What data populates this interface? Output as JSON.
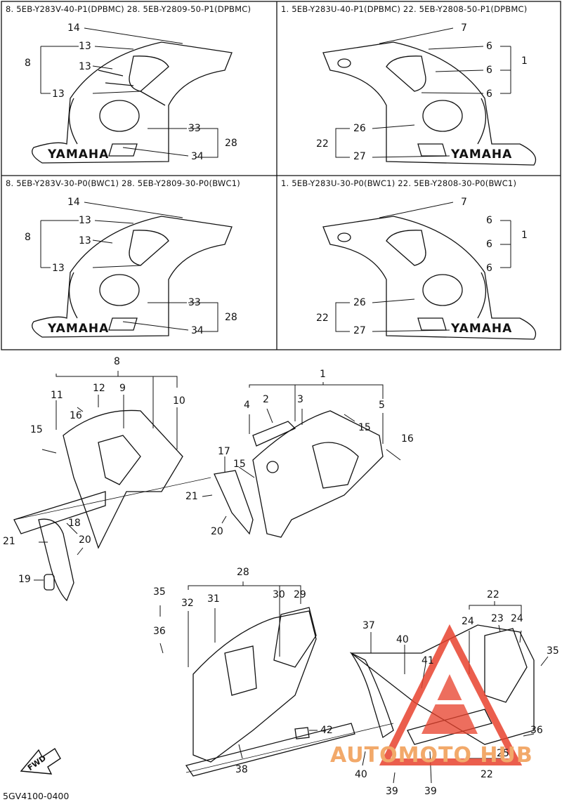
{
  "panels": [
    {
      "title": "8. 5EB-Y283V-40-P1(DPBMC)  28. 5EB-Y2809-50-P1(DPBMC)"
    },
    {
      "title": "1. 5EB-Y283U-40-P1(DPBMC)  22. 5EB-Y2808-50-P1(DPBMC)"
    },
    {
      "title": "8. 5EB-Y283V-30-P0(BWC1)  28. 5EB-Y2809-30-P0(BWC1)"
    },
    {
      "title": "1. 5EB-Y283U-30-P0(BWC1)  22. 5EB-Y2808-30-P0(BWC1)"
    }
  ],
  "brand_label": "YAMAHA",
  "callouts": {
    "p1": [
      "14",
      "13",
      "8",
      "13",
      "13",
      "33",
      "28",
      "34"
    ],
    "p2": [
      "7",
      "6",
      "1",
      "6",
      "6",
      "26",
      "22",
      "27"
    ],
    "p3": [
      "14",
      "13",
      "8",
      "13",
      "13",
      "33",
      "28",
      "34"
    ],
    "p4": [
      "7",
      "6",
      "1",
      "6",
      "6",
      "26",
      "22",
      "27"
    ],
    "exploded": [
      "8",
      "11",
      "12",
      "9",
      "10",
      "16",
      "15",
      "1",
      "4",
      "2",
      "3",
      "5",
      "15",
      "16",
      "17",
      "15",
      "21",
      "20",
      "18",
      "21",
      "20",
      "19",
      "28",
      "35",
      "32",
      "31",
      "30",
      "29",
      "36",
      "42",
      "38",
      "22",
      "24",
      "23",
      "24",
      "37",
      "40",
      "41",
      "35",
      "36",
      "25",
      "40",
      "39",
      "39",
      "22"
    ]
  },
  "fwd_label": "FWD",
  "drawing_code": "5GV4100-0400",
  "watermark": "AUTOMOTO HUB",
  "colors": {
    "line": "#111111",
    "watermark": "#e8432e",
    "watermark_text": "#f2a96a"
  }
}
